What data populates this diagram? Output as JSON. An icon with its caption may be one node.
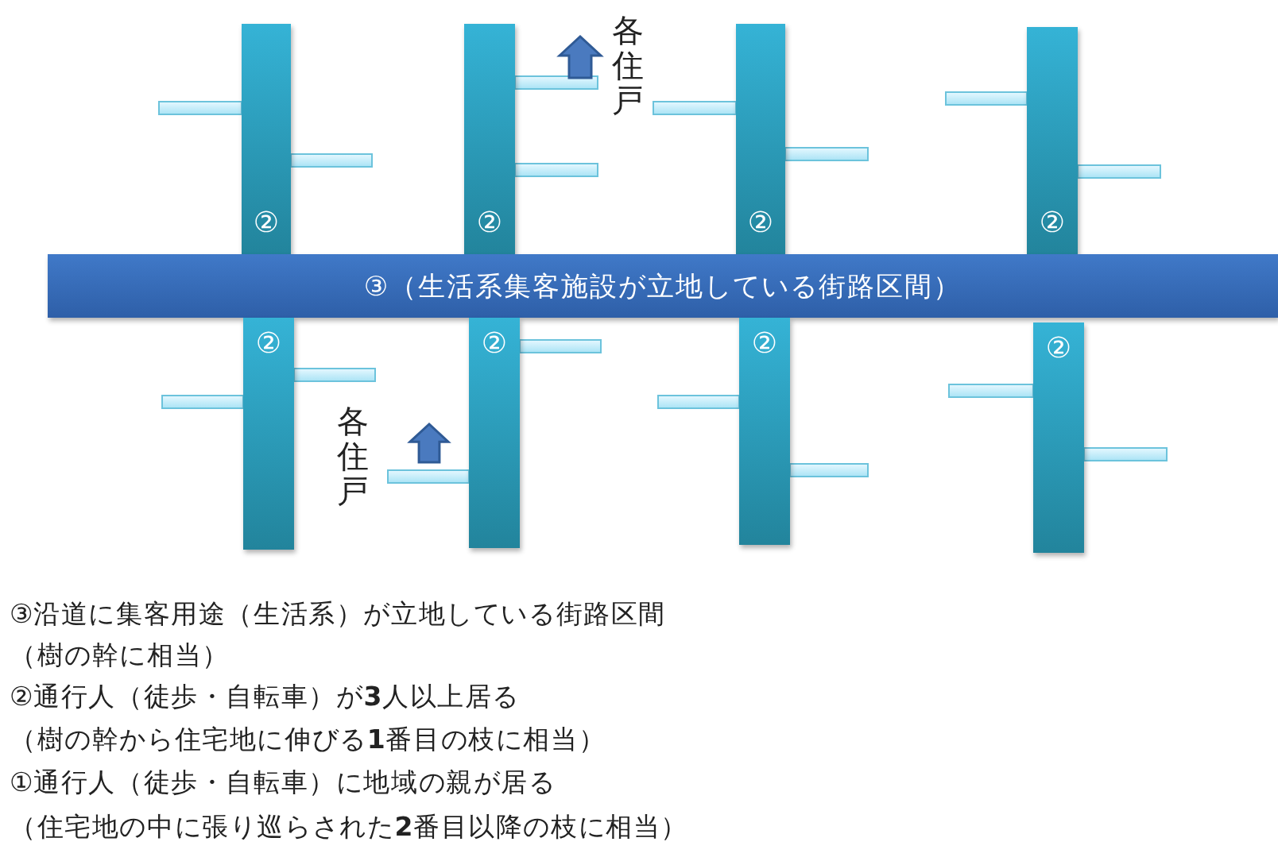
{
  "diagram": {
    "nodes": [
      {
        "text": [
          "②"
        ]
      },
      {
        "text": [
          "②"
        ]
      },
      {
        "text": [
          "②"
        ]
      },
      {
        "text": [
          "②"
        ]
      },
      {
        "text": [
          "③（生活系集客施設が立地している街路区間）"
        ]
      },
      {
        "text": [
          "②"
        ]
      },
      {
        "text": [
          "②"
        ]
      },
      {
        "text": [
          "②"
        ]
      },
      {
        "text": [
          "②"
        ]
      }
    ],
    "labels": [
      "各住戸",
      "各住戸",
      "③沿道に集客用途（生活系）が立地している街路区間",
      "（樹の幹に相当）",
      "②通行人（徒歩・自転車）が**3**人以上居る",
      "（樹の幹から住宅地に伸びる**1**番目の枝に相当）",
      "①通行人（徒歩・自転車）に地域の親が居る",
      "（住宅地の中に張り巡らされた**2**番目以降の枝に相当）"
    ]
  }
}
